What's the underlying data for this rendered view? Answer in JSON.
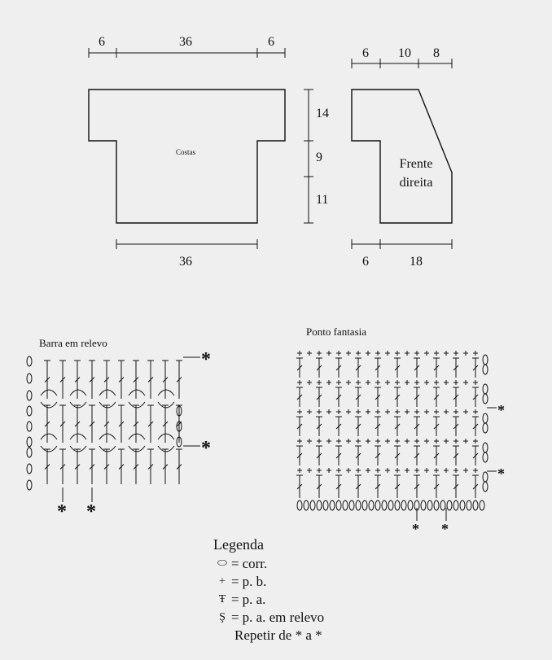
{
  "pattern": {
    "back": {
      "name": "Costas",
      "top_widths": [
        "6",
        "36",
        "6"
      ],
      "heights": [
        "14",
        "9",
        "11"
      ],
      "bottom_width": "36"
    },
    "front": {
      "name_line1": "Frente",
      "name_line2": "direita",
      "top_widths": [
        "6",
        "10",
        "8"
      ],
      "bottom_widths": [
        "6",
        "18"
      ]
    }
  },
  "charts": {
    "relief_title": "Barra em relevo",
    "fancy_title": "Ponto fantasia",
    "repeat_mark": "*"
  },
  "legend": {
    "title": "Legenda",
    "items": [
      {
        "icon": "chain-stitch-icon",
        "symbol": "⬭",
        "label": "corr."
      },
      {
        "icon": "single-crochet-icon",
        "symbol": "+",
        "label": "p. b."
      },
      {
        "icon": "double-crochet-icon",
        "symbol": "Ŧ",
        "label": "p. a."
      },
      {
        "icon": "relief-double-crochet-icon",
        "symbol": "Ş",
        "label": "p. a. em relevo"
      }
    ],
    "repeat_note": "Repetir de * a *"
  }
}
